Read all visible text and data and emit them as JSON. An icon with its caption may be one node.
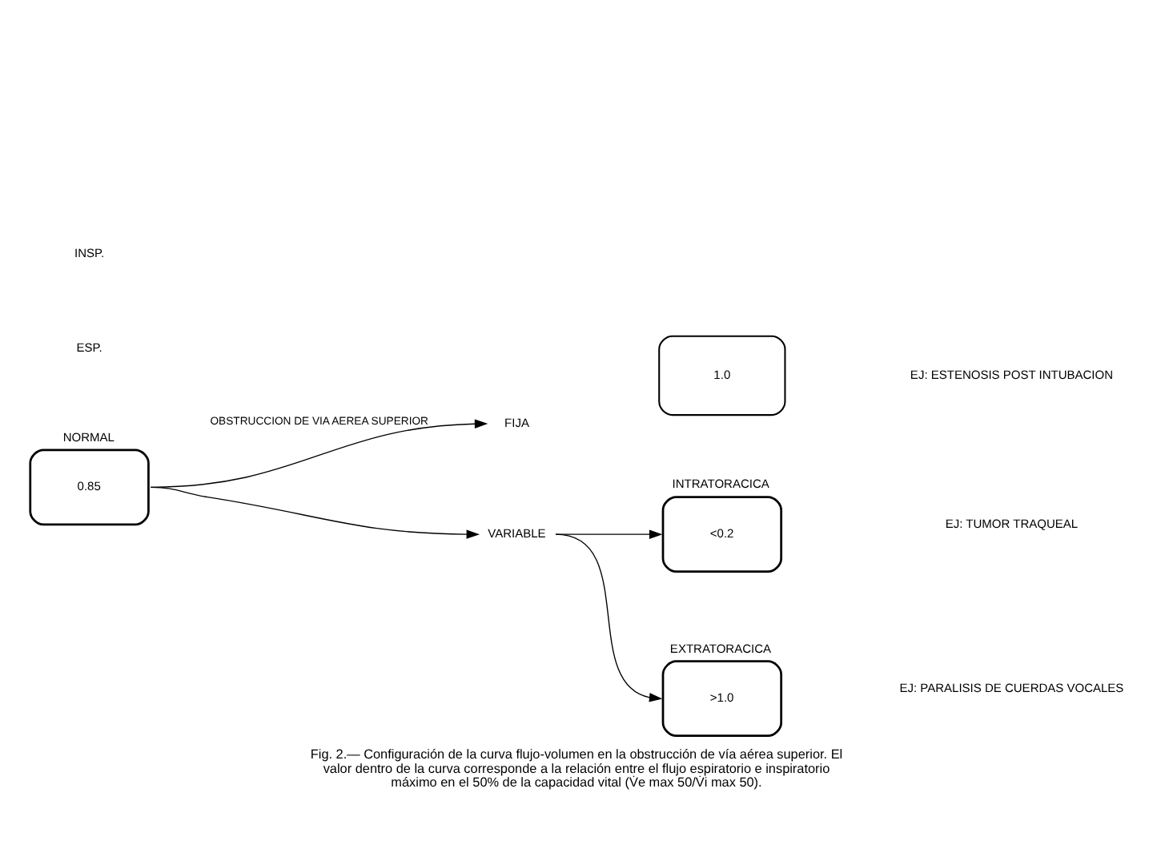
{
  "diagram": {
    "caption": "Fig. 2.— Configuración de la curva flujo-volumen en la obstrucción de vía aérea superior. El valor dentro de la curva corresponde a la relación entre el flujo espiratorio e inspiratorio máximo en el 50% de la capacidad vital (V̇e max 50/V̇i max 50).",
    "nodes": [
      {
        "text": [
          "0.85"
        ],
        "beside": [
          "NORMAL"
        ]
      },
      {
        "text": [
          "FIJA"
        ]
      },
      {
        "text": [
          "1.0"
        ]
      },
      {
        "text": [
          "VARIABLE"
        ]
      },
      {
        "text": [
          "<0.2"
        ],
        "beside": [
          "INTRATORACICA"
        ]
      },
      {
        "text": [
          ">1.0"
        ],
        "beside": [
          "EXTRATORACICA"
        ]
      }
    ],
    "edges": [
      {
        "from": 0,
        "to": 1,
        "arrow": "to",
        "label": "OBSTRUCCION DE VIA AEREA SUPERIOR"
      },
      {
        "from": 0,
        "to": 3,
        "arrow": "to"
      },
      {
        "from": 3,
        "to": 4,
        "arrow": "to"
      },
      {
        "from": 3,
        "to": 5,
        "arrow": "to"
      }
    ],
    "labels": [
      "ESP.",
      "INSP.",
      "EJ: ESTENOSIS POST INTUBACION",
      "EJ: TUMOR TRAQUEAL",
      "EJ: PARALISIS DE CUERDAS VOCALES"
    ]
  }
}
